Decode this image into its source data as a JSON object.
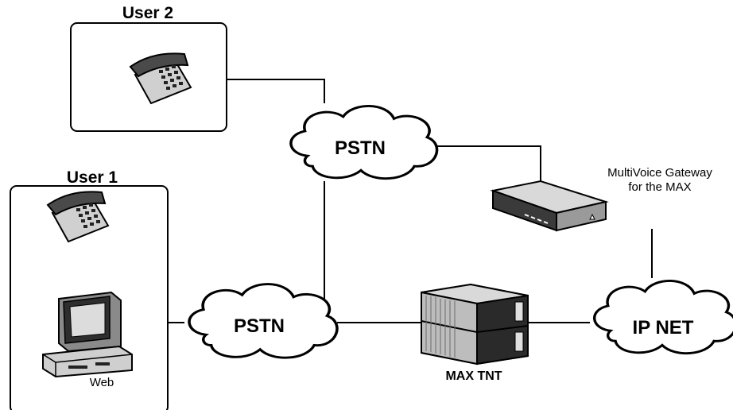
{
  "users": [
    {
      "label": "User 2"
    },
    {
      "label": "User 1",
      "computer_label": "Web"
    }
  ],
  "clouds": [
    {
      "label": "PSTN"
    },
    {
      "label": "PSTN"
    },
    {
      "label": "IP NET"
    }
  ],
  "devices": {
    "gateway": {
      "line1": "MultiVoice Gateway",
      "line2": "for the MAX"
    },
    "max": {
      "label": "MAX TNT"
    }
  },
  "colors": {
    "ink": "#000000",
    "cloud_fill": "#ffffff",
    "device_light": "#d9d9d9",
    "device_mid": "#9a9a9a",
    "device_dark": "#3a3a3a"
  },
  "icons": [
    "telephone-icon",
    "computer-icon",
    "cloud-icon",
    "gateway-icon",
    "server-icon"
  ]
}
